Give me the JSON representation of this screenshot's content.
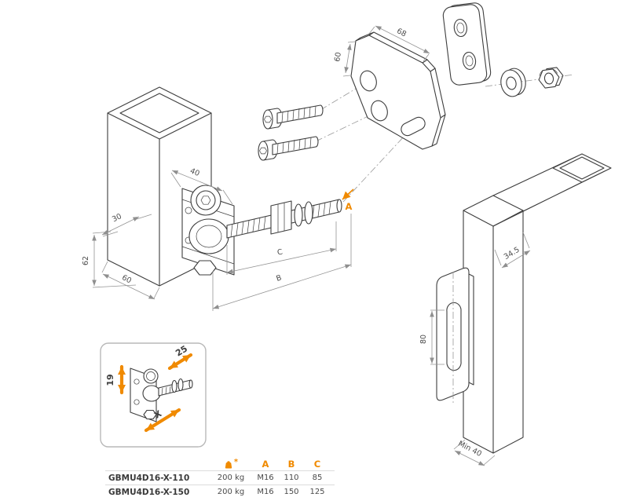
{
  "colors": {
    "accent": "#F08A00",
    "line": "#3d3d3d",
    "dimension": "#949494"
  },
  "labels": {
    "dim40": "40",
    "dim30": "30",
    "dim62": "62",
    "dim60tube": "60",
    "dim60plate": "60",
    "dim68": "68",
    "dimA": "A",
    "dimB": "B",
    "dimC": "C",
    "dim345": "34.5",
    "dim80": "80",
    "dimMin40": "Min 40",
    "inset25": "25",
    "inset19": "19",
    "insetX": "X"
  },
  "table": {
    "header": {
      "asterisk": "*",
      "colA": "A",
      "colB": "B",
      "colC": "C"
    },
    "rows": [
      {
        "model": "GBMU4D16-X-110",
        "weight": "200 kg",
        "a": "M16",
        "b": "110",
        "c": "85"
      },
      {
        "model": "GBMU4D16-X-150",
        "weight": "200 kg",
        "a": "M16",
        "b": "150",
        "c": "125"
      }
    ]
  }
}
